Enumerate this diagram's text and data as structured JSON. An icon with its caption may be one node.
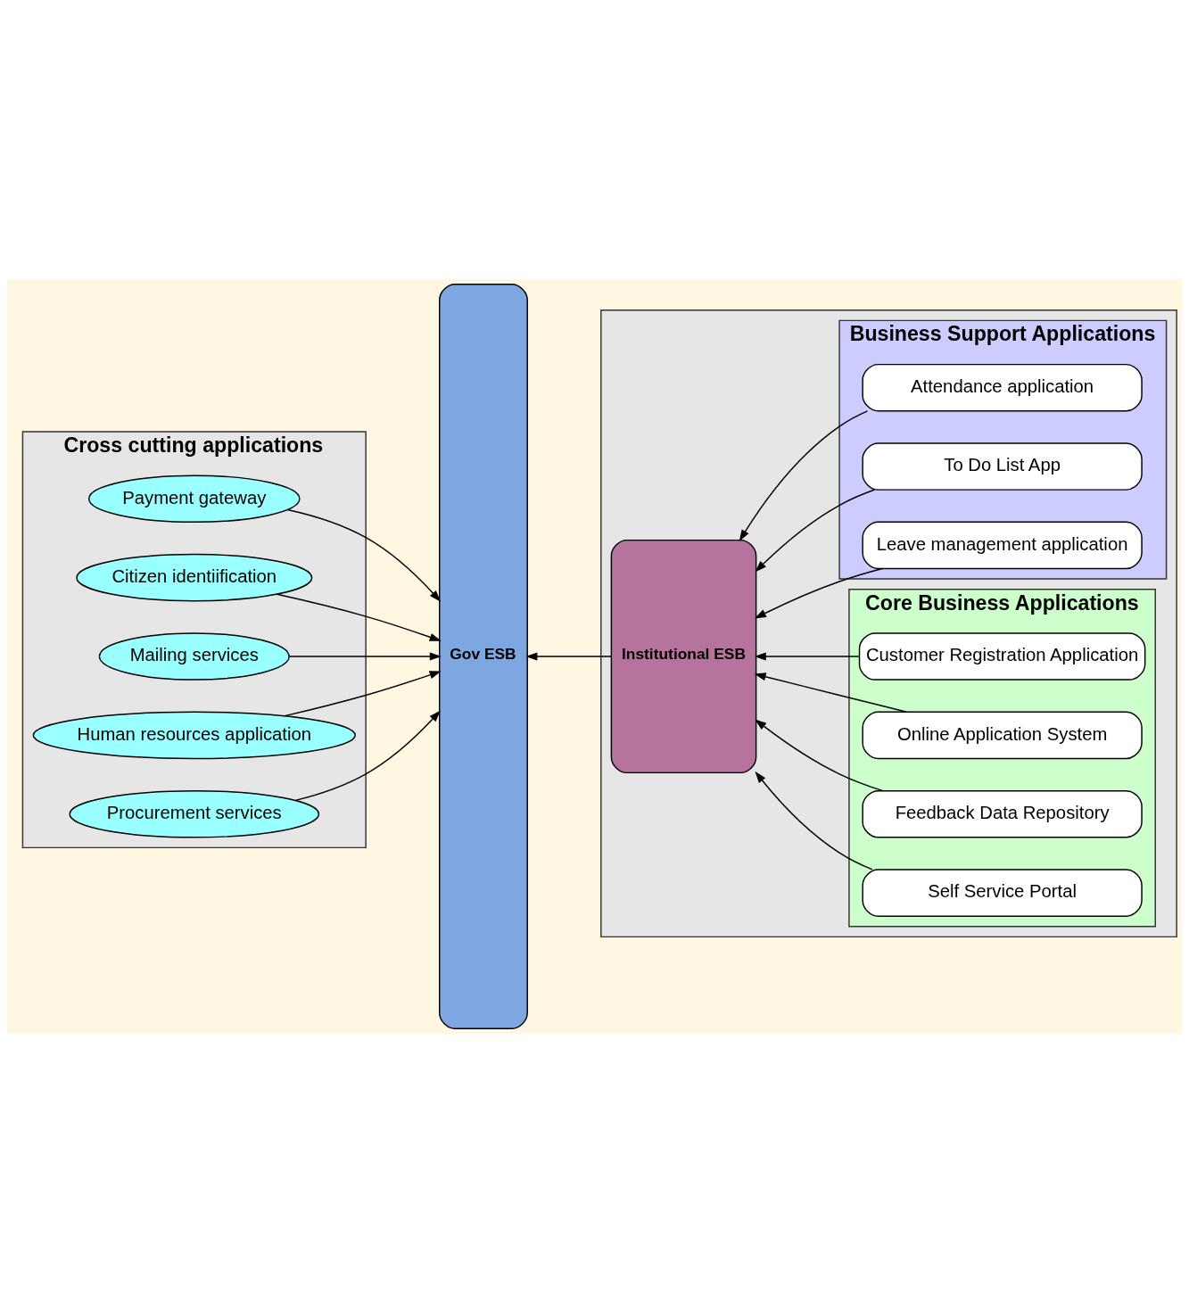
{
  "diagram": {
    "nodes": [
      {
        "text": [
          "Cross cutting applications"
        ]
      },
      {
        "text": [
          "Payment gateway"
        ],
        "in": 0
      },
      {
        "text": [
          "Citizen identiification"
        ],
        "in": 0
      },
      {
        "text": [
          "Mailing services"
        ],
        "in": 0
      },
      {
        "text": [
          "Human resources application"
        ],
        "in": 0
      },
      {
        "text": [
          "Procurement services"
        ],
        "in": 0
      },
      {
        "text": [
          "Gov ESB"
        ]
      },
      {
        "text": [],
        "shape": "box"
      },
      {
        "text": [
          "Core Business Applications"
        ],
        "in": 7
      },
      {
        "text": [
          "Customer Registration Application"
        ],
        "in": 8
      },
      {
        "text": [
          "Online Application System"
        ],
        "in": 8
      },
      {
        "text": [
          "Feedback Data Repository"
        ],
        "in": 8
      },
      {
        "text": [
          "Self Service Portal"
        ],
        "in": 8
      },
      {
        "text": [
          "Institutional ESB"
        ],
        "in": 7
      },
      {
        "text": [
          "Business Support Applications"
        ],
        "in": 7
      },
      {
        "text": [
          "Attendance application"
        ],
        "in": 14
      },
      {
        "text": [
          "To Do List App"
        ],
        "in": 14
      },
      {
        "text": [
          "Leave management application"
        ],
        "in": 14
      }
    ],
    "edges": [
      {
        "from": 1,
        "to": 6,
        "arrow": "to"
      },
      {
        "from": 2,
        "to": 6,
        "arrow": "to"
      },
      {
        "from": 3,
        "to": 6,
        "arrow": "to"
      },
      {
        "from": 4,
        "to": 6,
        "arrow": "to"
      },
      {
        "from": 5,
        "to": 6,
        "arrow": "to"
      },
      {
        "from": 13,
        "to": 6,
        "arrow": "to"
      },
      {
        "from": 9,
        "to": 13,
        "arrow": "to"
      },
      {
        "from": 10,
        "to": 13,
        "arrow": "to"
      },
      {
        "from": 11,
        "to": 13,
        "arrow": "to"
      },
      {
        "from": 12,
        "to": 13,
        "arrow": "to"
      },
      {
        "from": 15,
        "to": 13,
        "arrow": "to"
      },
      {
        "from": 16,
        "to": 13,
        "arrow": "to"
      },
      {
        "from": 17,
        "to": 13,
        "arrow": "to"
      }
    ]
  }
}
